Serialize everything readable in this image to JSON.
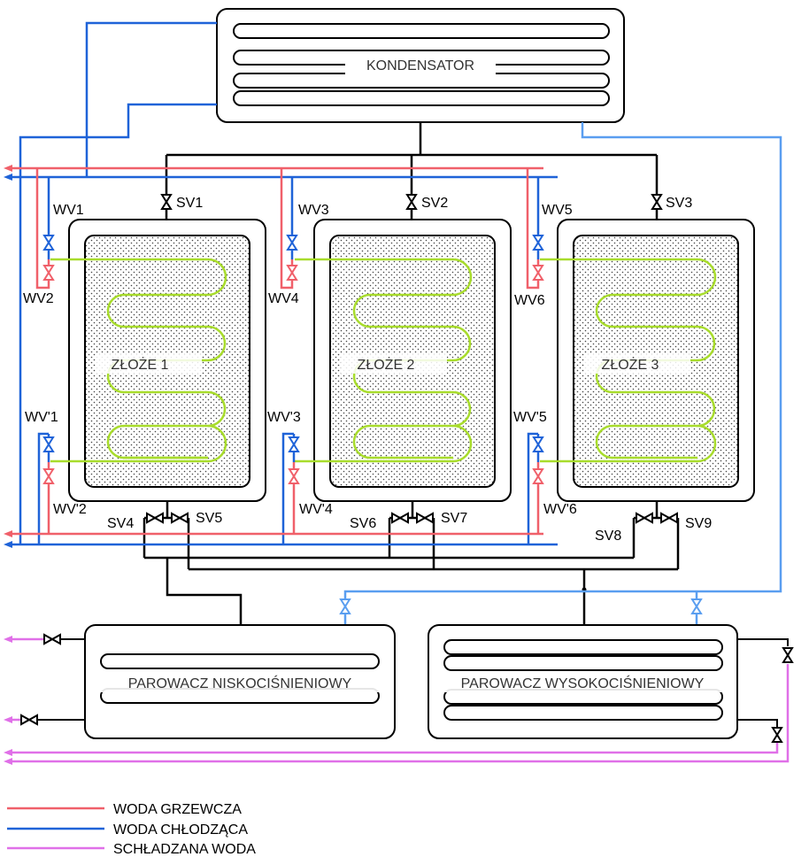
{
  "diagram": {
    "condenser": {
      "label": "KONDENSATOR"
    },
    "beds": [
      {
        "label": "ZŁOŻE 1"
      },
      {
        "label": "ZŁOŻE 2"
      },
      {
        "label": "ZŁOŻE 3"
      }
    ],
    "evaporators": [
      {
        "label": "PAROWACZ NISKOCIŚNIENIOWY"
      },
      {
        "label": "PAROWACZ WYSOKOCIŚNIENIOWY"
      }
    ],
    "valves": {
      "sv1": "SV1",
      "sv2": "SV2",
      "sv3": "SV3",
      "sv4": "SV4",
      "sv5": "SV5",
      "sv6": "SV6",
      "sv7": "SV7",
      "sv8": "SV8",
      "sv9": "SV9",
      "wv1": "WV1",
      "wv2": "WV2",
      "wv3": "WV3",
      "wv4": "WV4",
      "wv5": "WV5",
      "wv6": "WV6",
      "wvp1": "WV'1",
      "wvp2": "WV'2",
      "wvp3": "WV'3",
      "wvp4": "WV'4",
      "wvp5": "WV'5",
      "wvp6": "WV'6"
    },
    "legend": [
      {
        "label": "WODA GRZEWCZA",
        "color": "#f0606a"
      },
      {
        "label": "WODA CHŁODZĄCA",
        "color": "#1f63d8"
      },
      {
        "label": "SCHŁADZANA WODA",
        "color": "#e070e8"
      }
    ],
    "colors": {
      "heating": "#f0606a",
      "cooling": "#1f63d8",
      "cooling_light": "#5a9ef0",
      "chilled": "#e070e8",
      "coil": "#a8dc2c",
      "outline": "#000000"
    }
  }
}
